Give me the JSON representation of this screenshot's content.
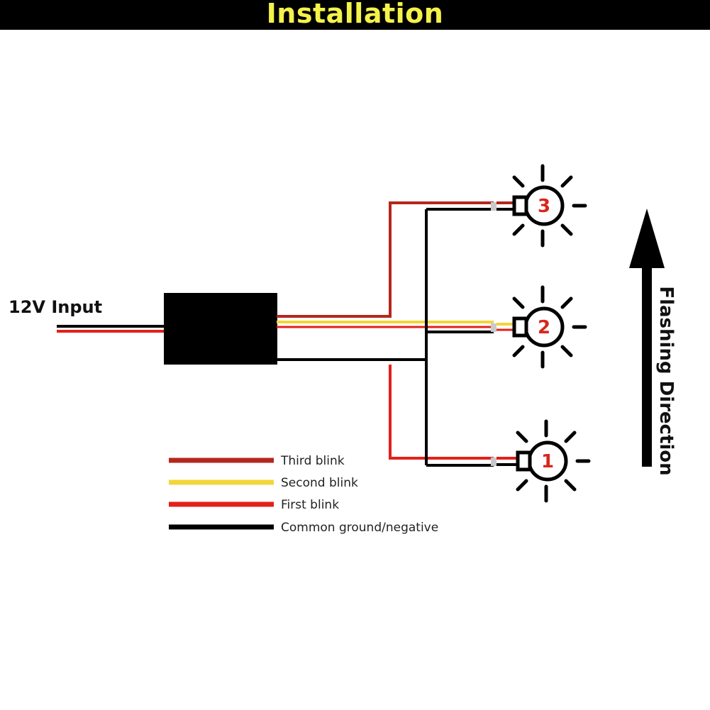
{
  "header": {
    "title": "Installation"
  },
  "input_label": "12V Input",
  "lamps": [
    {
      "number": "3"
    },
    {
      "number": "2"
    },
    {
      "number": "1"
    }
  ],
  "direction_label": "Flashing Direction",
  "legend": [
    {
      "label": "Third blink",
      "color": "#b5271c"
    },
    {
      "label": "Second blink",
      "color": "#f2d63a"
    },
    {
      "label": "First blink",
      "color": "#e3201b"
    },
    {
      "label": "Common ground/negative",
      "color": "#000000"
    }
  ],
  "colors": {
    "banner_background": "#000000",
    "title_color": "#f4f24a",
    "lamp_number_color": "#d9261c",
    "wire_third": "#b5271c",
    "wire_second": "#f2d63a",
    "wire_first": "#e3201b",
    "wire_ground": "#000000"
  }
}
